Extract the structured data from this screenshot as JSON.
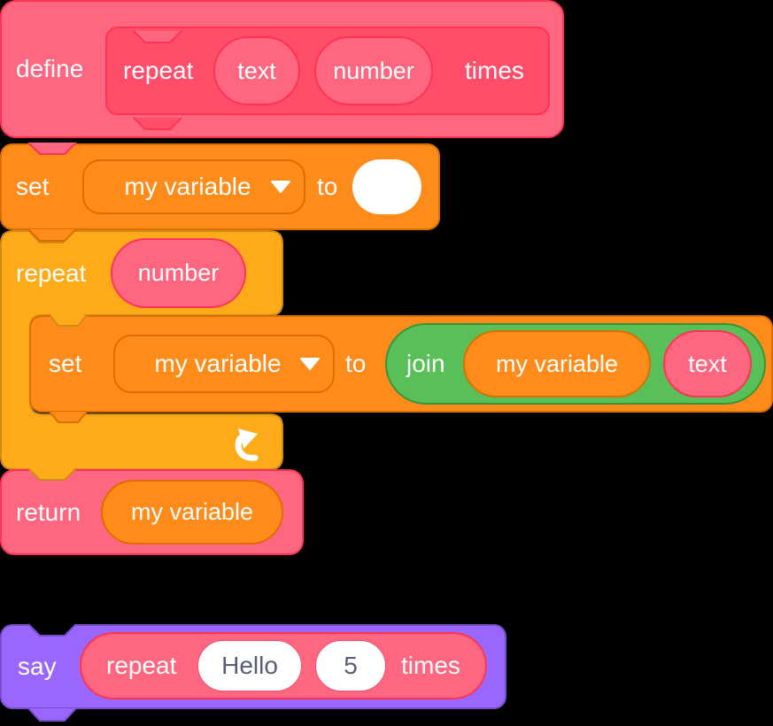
{
  "colors": {
    "background": "#000000",
    "my_blocks_primary": "#FF6680",
    "my_blocks_secondary": "#FF4D6A",
    "my_blocks_tertiary": "#FF3355",
    "variables_primary": "#FF8C1A",
    "variables_tertiary": "#DB6E00",
    "control_primary": "#FFAB19",
    "control_tertiary": "#CF8B17",
    "operators_primary": "#59C059",
    "operators_tertiary": "#389438",
    "looks_primary": "#9966FF",
    "looks_tertiary": "#774DCB",
    "input_text": "#575E75",
    "label_text": "#FFFFFF"
  },
  "define_block": {
    "keyword": "define",
    "prototype": {
      "label_before": "repeat",
      "param_1": "text",
      "param_2": "number",
      "label_after": "times"
    }
  },
  "set_block_outer": {
    "label_set": "set",
    "variable": "my variable",
    "label_to": "to"
  },
  "repeat_block": {
    "label": "repeat",
    "times_param": "number"
  },
  "set_block_inner": {
    "label_set": "set",
    "variable": "my variable",
    "label_to": "to",
    "join_block": {
      "label": "join",
      "arg_1": "my variable",
      "arg_2": "text"
    }
  },
  "return_block": {
    "label": "return",
    "value": "my variable"
  },
  "say_block": {
    "label": "say",
    "call_reporter": {
      "label_before": "repeat",
      "arg_text": "Hello",
      "arg_number": "5",
      "label_after": "times"
    }
  },
  "icons": {
    "dropdown_caret": "caret-down",
    "loop_arrow": "loop-arrow"
  }
}
